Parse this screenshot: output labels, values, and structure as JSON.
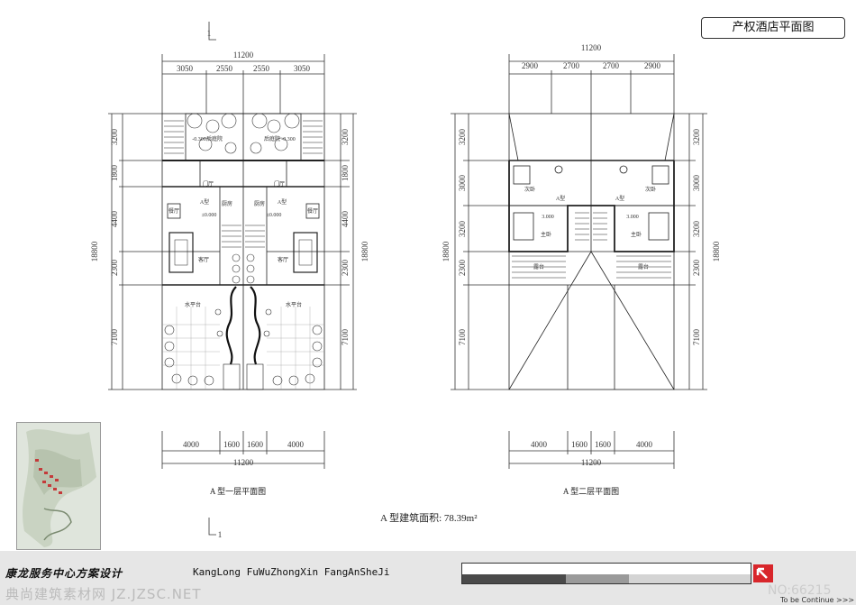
{
  "header": {
    "title": "产权酒店平面图"
  },
  "section_mark": {
    "number": "1"
  },
  "plan1": {
    "top_total": "11200",
    "top_dims": [
      "3050",
      "2550",
      "2550",
      "3050"
    ],
    "bottom_dims": [
      "4000",
      "1600",
      "1600",
      "4000"
    ],
    "bottom_total": "11200",
    "left_total": "18800",
    "left_dims": [
      "3200",
      "1800",
      "4400",
      "2300",
      "7100"
    ],
    "right_total": "18800",
    "right_dims": [
      "3200",
      "1800",
      "4400",
      "2300",
      "7100"
    ],
    "caption": "A 型一层平面图",
    "rooms": {
      "back_yard": "后庭院",
      "level_back": "-0.300",
      "door": "门厅",
      "type": "A型",
      "kitchen": "厨房",
      "dining": "餐厅",
      "level_zero": "±0.000",
      "living": "客厅",
      "terrace": "水平台"
    }
  },
  "plan2": {
    "top_total": "11200",
    "top_dims": [
      "2900",
      "2700",
      "2700",
      "2900"
    ],
    "bottom_dims": [
      "4000",
      "1600",
      "1600",
      "4000"
    ],
    "bottom_total": "11200",
    "left_total": "18800",
    "left_dims": [
      "3200",
      "3000",
      "3200",
      "2300",
      "7100"
    ],
    "right_total": "18800",
    "right_dims": [
      "3200",
      "3000",
      "3200",
      "2300",
      "7100"
    ],
    "caption": "A 型二层平面图",
    "rooms": {
      "second_bed": "次卧",
      "type": "A型",
      "level": "3.000",
      "master": "主卧",
      "balcony": "露台"
    }
  },
  "area_note": "A 型建筑面积: 78.39m²",
  "footer": {
    "project_cn": "康龙服务中心方案设计",
    "project_en": "KangLong FuWuZhongXin FangAnSheJi",
    "watermark": "典尚建筑素材网 JZ.JZSC.NET",
    "number": "NO:66215",
    "continue": "To be Continue >>>"
  },
  "colors": {
    "scale1": "#4a4a4a",
    "scale2": "#9a9a9a",
    "scale3": "#d4d4d4",
    "accent": "#d8262b"
  }
}
